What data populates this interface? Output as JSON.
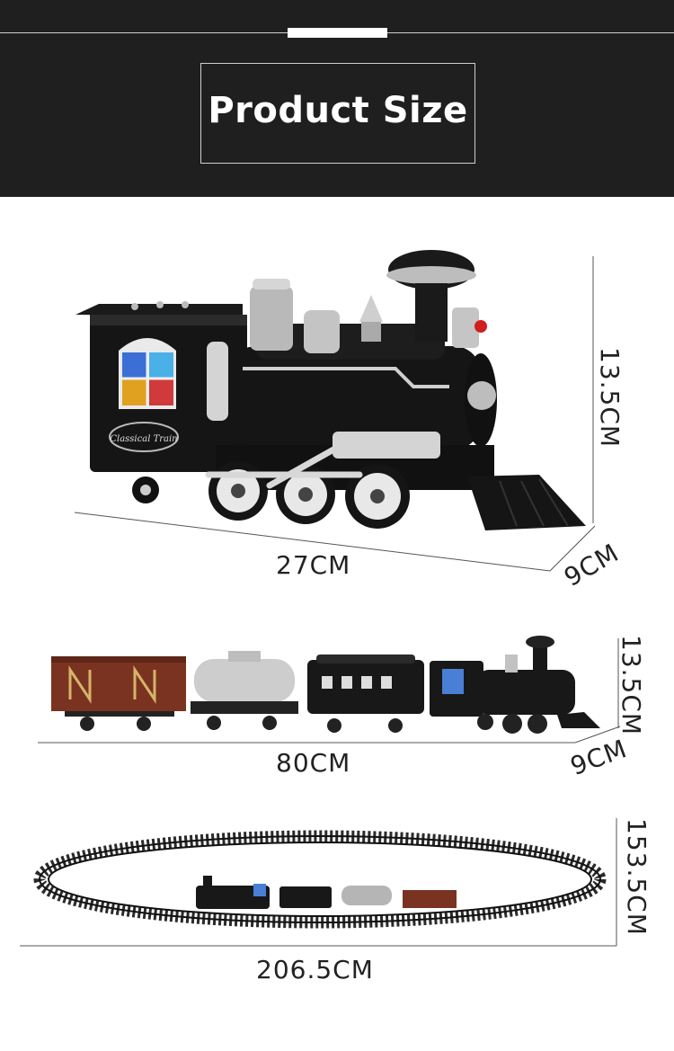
{
  "header": {
    "title": "Product Size"
  },
  "loco": {
    "badge": "Classical Train",
    "height": "13.5CM",
    "length": "27CM",
    "depth": "9CM"
  },
  "full_train": {
    "height": "13.5CM",
    "length": "80CM",
    "depth": "9CM"
  },
  "track_set": {
    "height": "153.5CM",
    "length": "206.5CM"
  }
}
